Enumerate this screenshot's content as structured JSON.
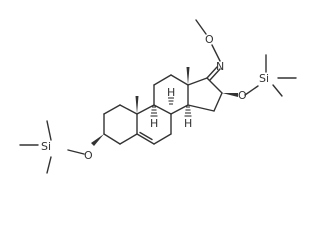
{
  "molecule": {
    "atoms": {
      "methoxy_O": "O",
      "oxime_N": "N",
      "ring_H_1": "H",
      "ring_H_2": "H",
      "ring_H_3": "H",
      "ether_O_right": "O",
      "si_right": "Si",
      "ether_O_left": "O",
      "si_left": "Si"
    }
  },
  "colors": {
    "bond": "#333333",
    "background": "#ffffff"
  }
}
